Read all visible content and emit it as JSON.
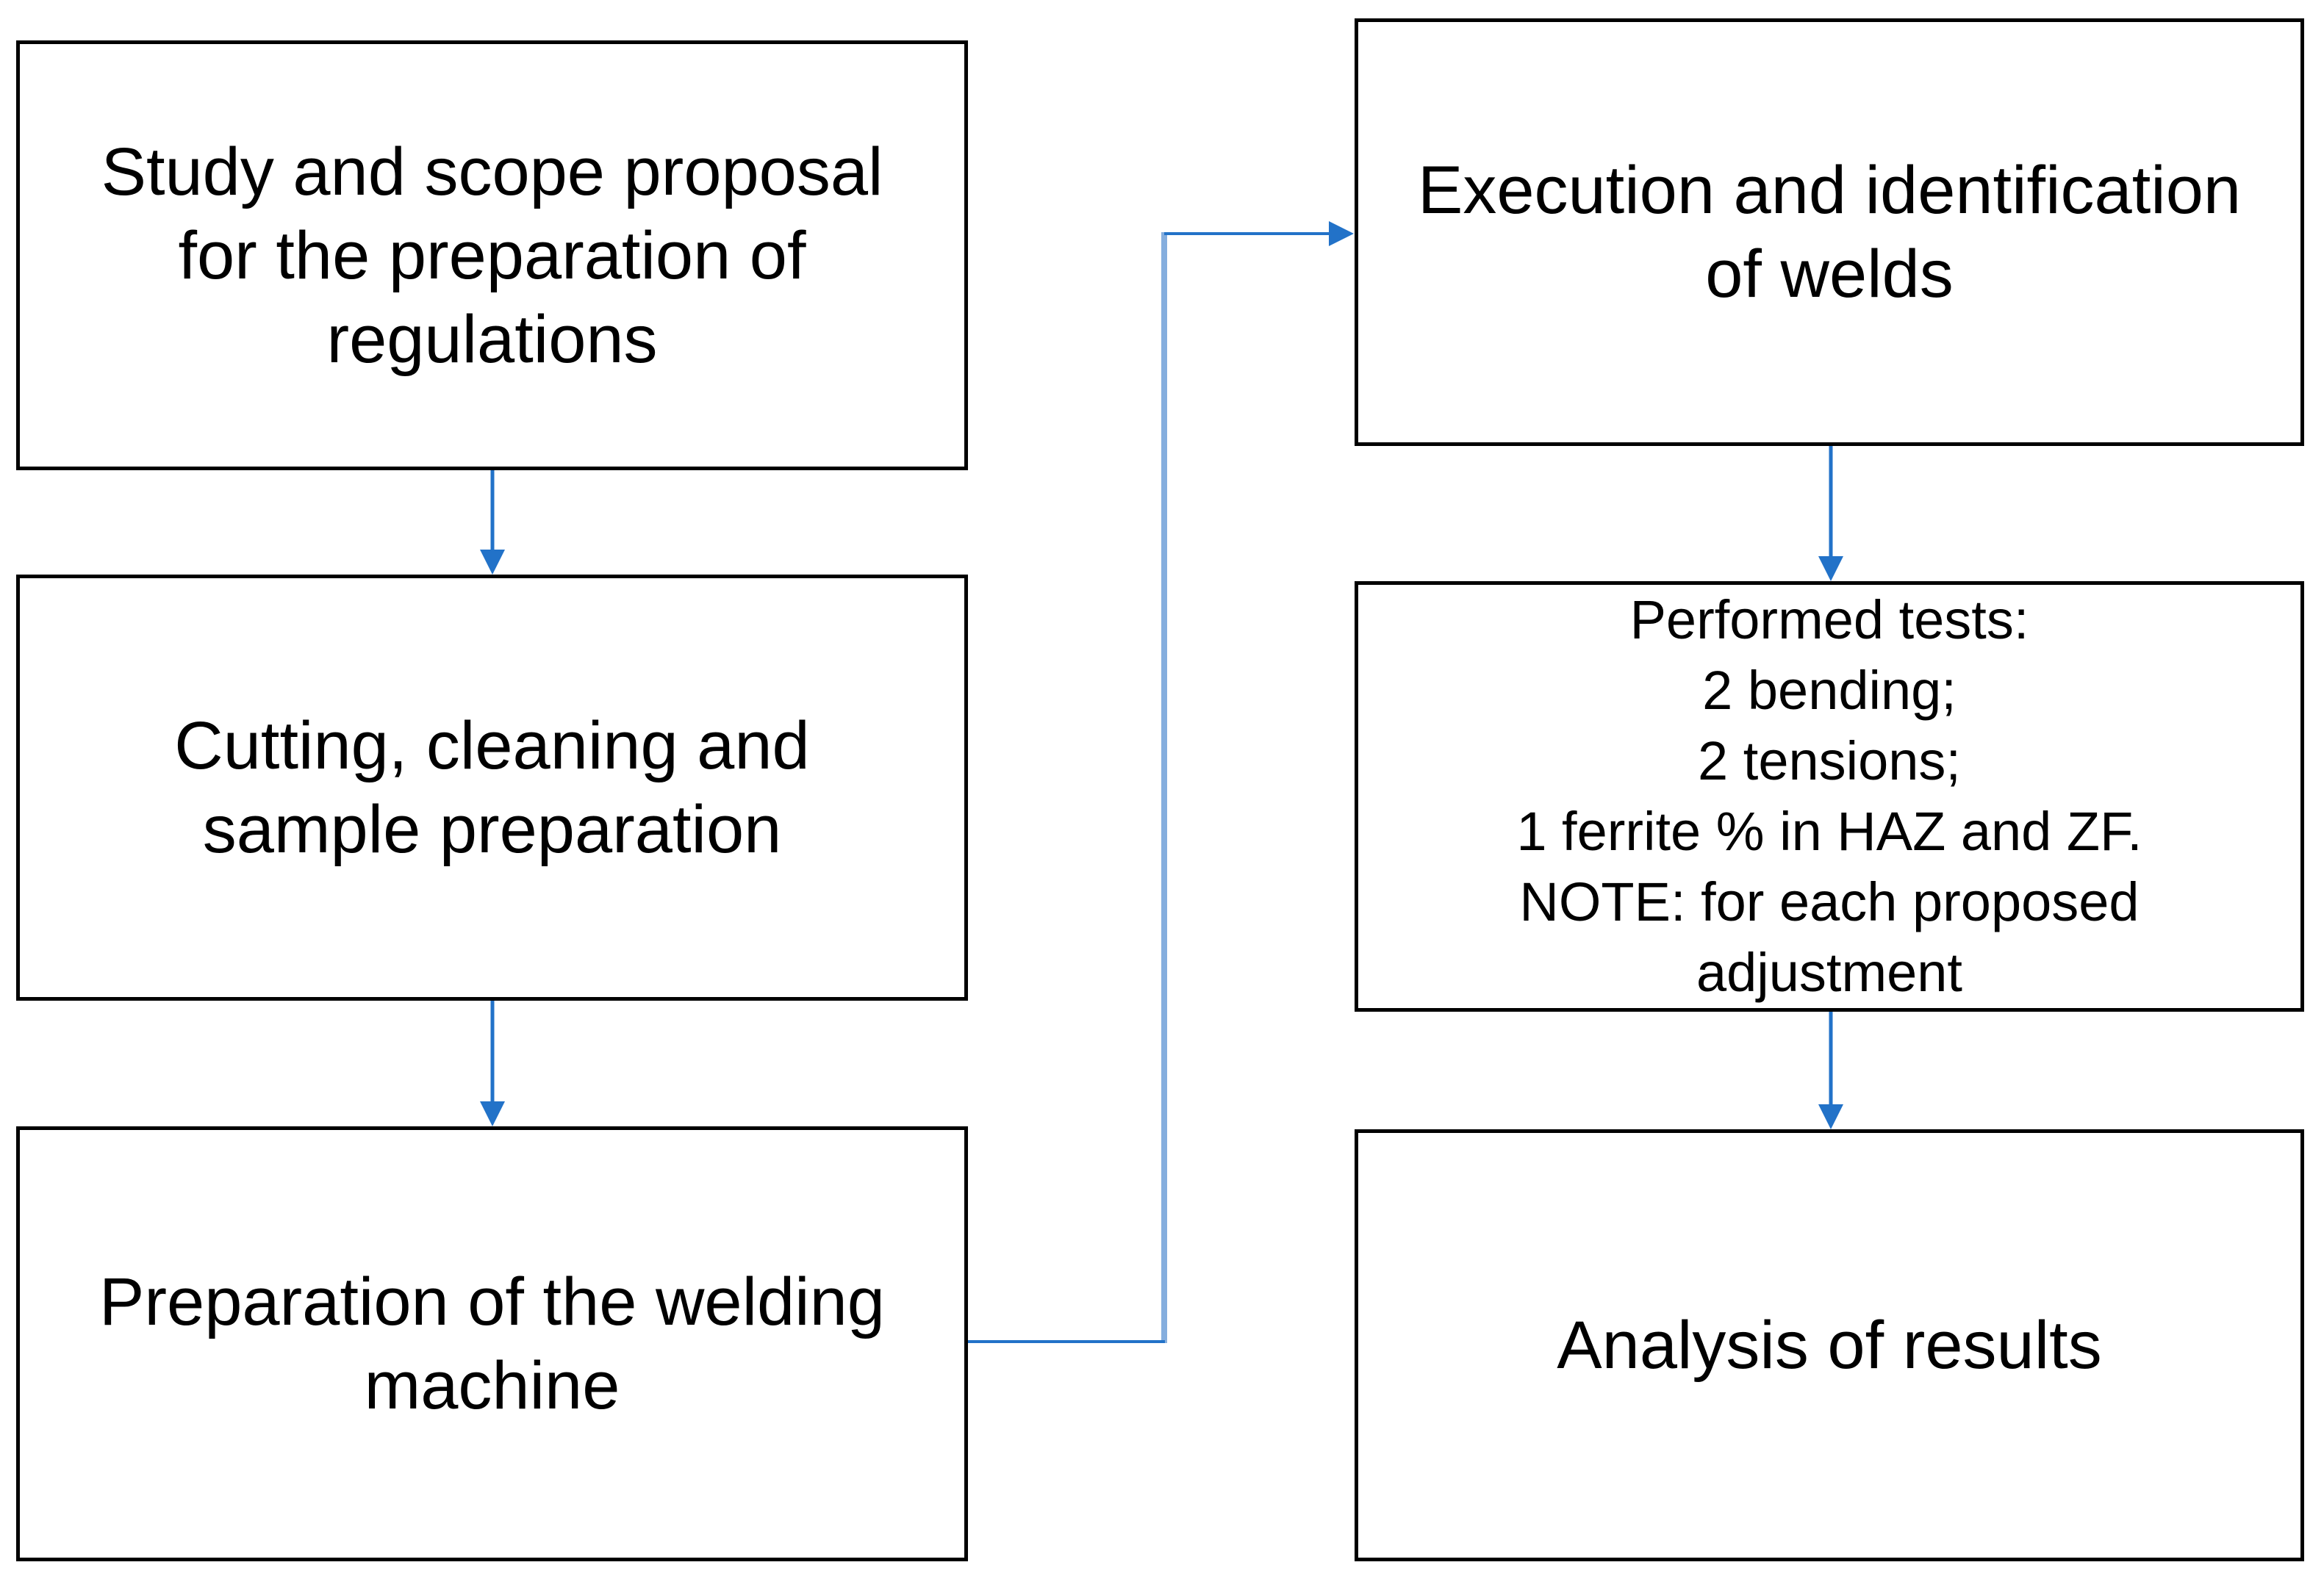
{
  "colors": {
    "box_border": "#000000",
    "box_fill": "#ffffff",
    "text": "#000000",
    "arrow": "#2272c8",
    "connector_vertical": "#85aede"
  },
  "boxes": {
    "study": {
      "lines": [
        "Study and scope proposal",
        "for the preparation of",
        "regulations"
      ]
    },
    "cutting": {
      "lines": [
        "Cutting, cleaning and",
        "sample preparation"
      ]
    },
    "preparation": {
      "lines": [
        "Preparation of the welding",
        "machine"
      ]
    },
    "execution": {
      "lines": [
        "Execution and identification",
        "of welds"
      ]
    },
    "tests": {
      "lines": [
        "Performed tests:",
        "2 bending;",
        "2 tensions;",
        "1 ferrite % in HAZ and ZF.",
        "NOTE: for each proposed",
        "adjustment"
      ]
    },
    "analysis": {
      "lines": [
        "Analysis of results"
      ]
    }
  }
}
